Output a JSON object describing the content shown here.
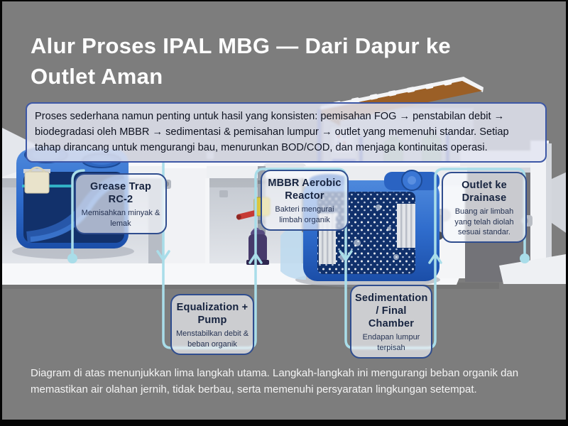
{
  "slide": {
    "title": "Alur Proses IPAL MBG — Dari Dapur ke Outlet Aman",
    "intro": "Proses sederhana namun penting untuk hasil yang konsisten: pemisahan FOG → penstabilan debit → biodegradasi oleh MBBR → sedimentasi & pemisahan lumpur → outlet yang memenuhi standar. Setiap tahap dirancang untuk mengurangi bau, menurunkan BOD/COD, dan menjaga kontinuitas operasi.",
    "footer": "Diagram di atas menunjukkan lima langkah utama. Langkah-langkah ini mengurangi beban organik dan memastikan air olahan jernih, tidak berbau, serta memenuhi persyaratan lingkungan setempat."
  },
  "callouts": [
    {
      "id": "grease-trap",
      "title": "Grease Trap RC-2",
      "description": "Memisahkan minyak & lemak"
    },
    {
      "id": "equalization",
      "title": "Equalization + Pump",
      "description": "Menstabilkan debit & beban organik"
    },
    {
      "id": "mbbr",
      "title": "MBBR Aerobic Reactor",
      "description": "Bakteri mengurai limbah organik"
    },
    {
      "id": "sedimentation",
      "title": "Sedimentation / Final Chamber",
      "description": "Endapan lumpur terpisah"
    },
    {
      "id": "outlet",
      "title": "Outlet ke Drainase",
      "description": "Buang air limbah yang telah diolah sesuai standar."
    }
  ],
  "colors": {
    "background": "#7d7d7d",
    "frame": "#050505",
    "accent_cyan": "#a9dde9",
    "callout_border": "#2f4d8e",
    "intro_border": "#3d57a6",
    "tank_blue": "#2f6ccc",
    "title_text": "#ffffff"
  }
}
